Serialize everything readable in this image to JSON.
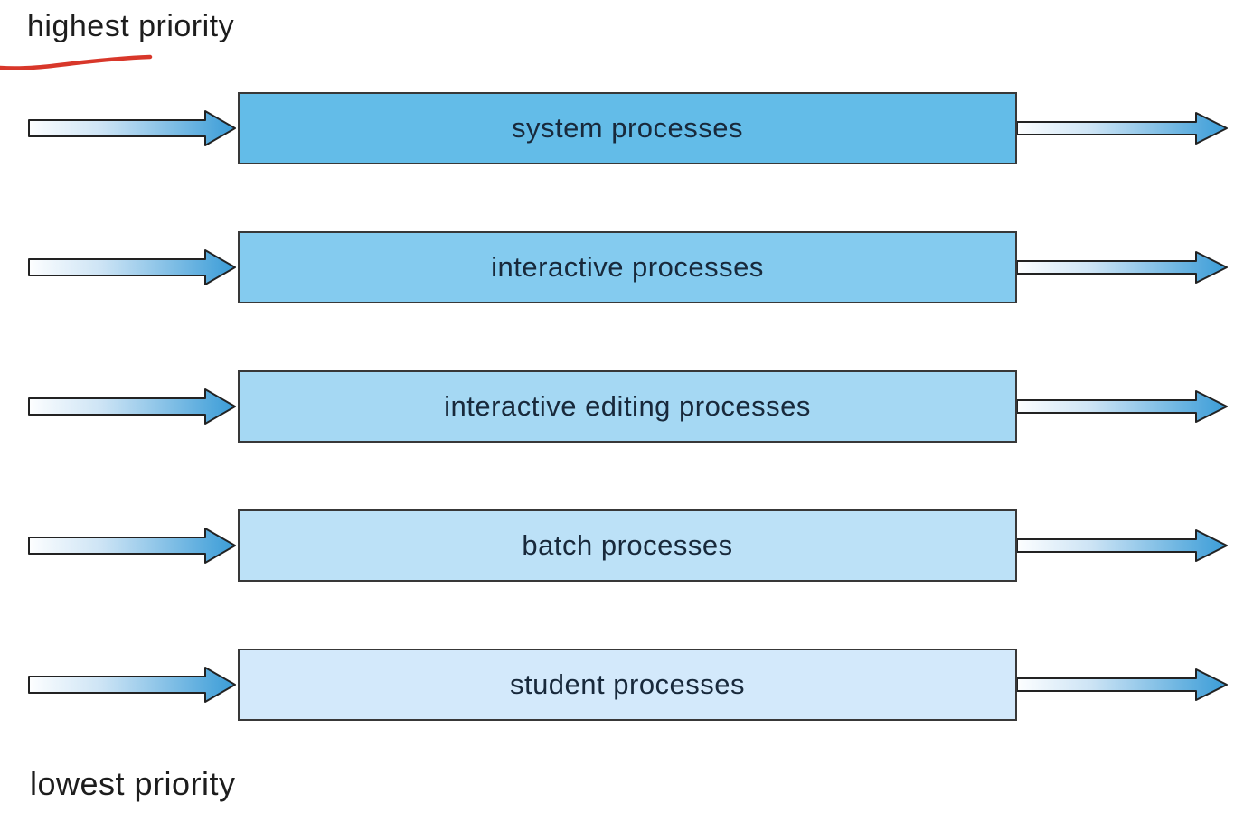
{
  "labels": {
    "top": "highest priority",
    "bottom": "lowest priority"
  },
  "annotation": {
    "underline_color": "#d8372a"
  },
  "queues": [
    {
      "label": "system processes",
      "color": "#63bce8"
    },
    {
      "label": "interactive processes",
      "color": "#84cbef"
    },
    {
      "label": "interactive editing processes",
      "color": "#a5d8f3"
    },
    {
      "label": "batch processes",
      "color": "#bce1f7"
    },
    {
      "label": "student processes",
      "color": "#d3e9fb"
    }
  ],
  "arrow": {
    "gradient_start": "#fdfeff",
    "gradient_mid": "#cde4f5",
    "gradient_end": "#3a9cd7",
    "outline": "#222222"
  },
  "box_border_color": "#383838",
  "text_color": "#18293b"
}
